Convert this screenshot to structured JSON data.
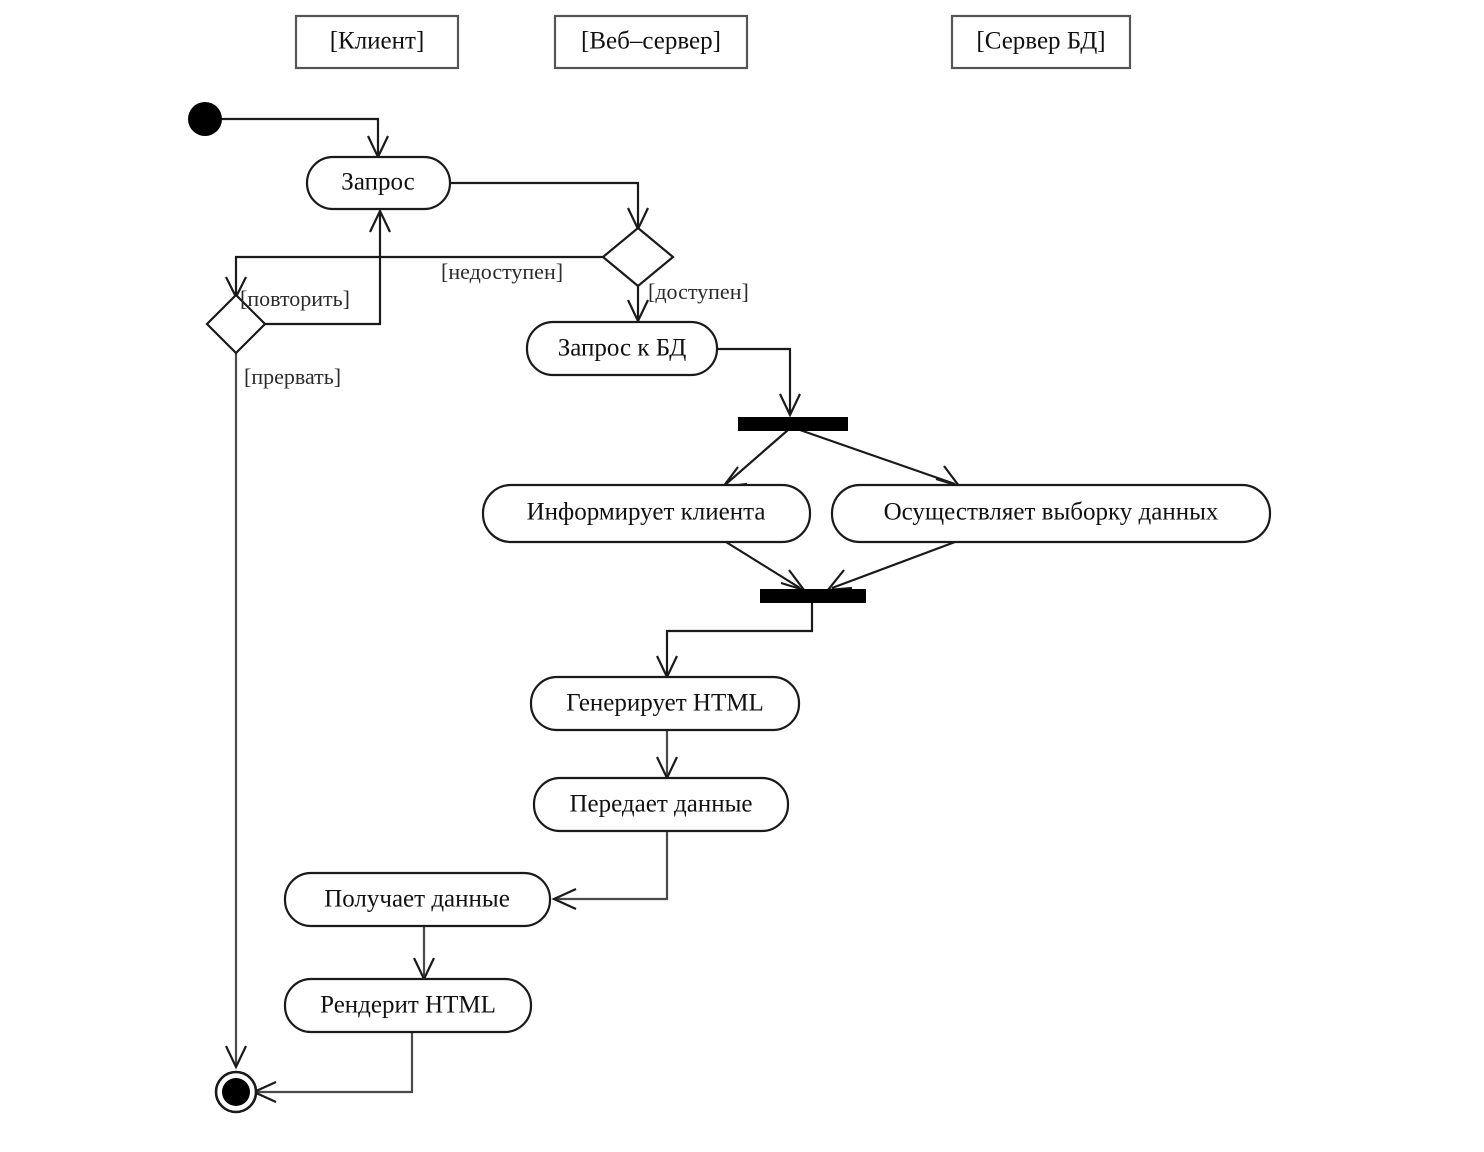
{
  "diagram": {
    "title": "UML Activity Diagram",
    "type": "uml-activity-diagram",
    "colors": {
      "background": "#ffffff",
      "stroke": "#1a1a1a",
      "fill": "#ffffff",
      "bar": "#000000",
      "lane_border": "#555555"
    }
  },
  "lanes": [
    {
      "id": "client",
      "label": "[Клиент]"
    },
    {
      "id": "web-server",
      "label": "[Веб–сервер]"
    },
    {
      "id": "db-server",
      "label": "[Сервер БД]"
    }
  ],
  "nodes": {
    "initial": {
      "label": "",
      "kind": "initial-node"
    },
    "request": {
      "label": "Запрос",
      "kind": "activity"
    },
    "availability_decision": {
      "label": "",
      "kind": "decision"
    },
    "retry_decision": {
      "label": "",
      "kind": "decision"
    },
    "db_request": {
      "label": "Запрос к БД",
      "kind": "activity"
    },
    "fork": {
      "label": "",
      "kind": "fork-bar"
    },
    "inform_client": {
      "label": "Информирует клиента",
      "kind": "activity"
    },
    "select_data": {
      "label": "Осуществляет выборку данных",
      "kind": "activity"
    },
    "join": {
      "label": "",
      "kind": "join-bar"
    },
    "generate_html": {
      "label": "Генерирует HTML",
      "kind": "activity"
    },
    "transfer_data": {
      "label": "Передает данные",
      "kind": "activity"
    },
    "receive_data": {
      "label": "Получает данные",
      "kind": "activity"
    },
    "render_html": {
      "label": "Рендерит HTML",
      "kind": "activity"
    },
    "final": {
      "label": "",
      "kind": "final-node"
    }
  },
  "guards": {
    "unavailable": "[недоступен]",
    "available": "[доступен]",
    "retry": "[повторить]",
    "abort": "[прервать]"
  },
  "chart_data": {
    "type": "diagram",
    "title": "UML Activity Diagram",
    "nodes": [
      {
        "id": "initial",
        "label": "",
        "type": "initial",
        "lane": "client"
      },
      {
        "id": "request",
        "label": "Запрос",
        "type": "activity",
        "lane": "client"
      },
      {
        "id": "availability_decision",
        "label": "",
        "type": "decision",
        "lane": "web-server"
      },
      {
        "id": "retry_decision",
        "label": "",
        "type": "decision",
        "lane": "client"
      },
      {
        "id": "db_request",
        "label": "Запрос к БД",
        "type": "activity",
        "lane": "web-server"
      },
      {
        "id": "fork",
        "label": "",
        "type": "fork",
        "lane": "web-server"
      },
      {
        "id": "inform_client",
        "label": "Информирует клиента",
        "type": "activity",
        "lane": "web-server"
      },
      {
        "id": "select_data",
        "label": "Осуществляет выборку данных",
        "type": "activity",
        "lane": "db-server"
      },
      {
        "id": "join",
        "label": "",
        "type": "join",
        "lane": "web-server"
      },
      {
        "id": "generate_html",
        "label": "Генерирует HTML",
        "type": "activity",
        "lane": "web-server"
      },
      {
        "id": "transfer_data",
        "label": "Передает данные",
        "type": "activity",
        "lane": "web-server"
      },
      {
        "id": "receive_data",
        "label": "Получает данные",
        "type": "activity",
        "lane": "client"
      },
      {
        "id": "render_html",
        "label": "Рендерит HTML",
        "type": "activity",
        "lane": "client"
      },
      {
        "id": "final",
        "label": "",
        "type": "final",
        "lane": "client"
      }
    ],
    "edges": [
      {
        "from": "initial",
        "to": "request",
        "label": ""
      },
      {
        "from": "request",
        "to": "availability_decision",
        "label": ""
      },
      {
        "from": "availability_decision",
        "to": "retry_decision",
        "label": "[недоступен]"
      },
      {
        "from": "availability_decision",
        "to": "db_request",
        "label": "[доступен]"
      },
      {
        "from": "retry_decision",
        "to": "request",
        "label": "[повторить]"
      },
      {
        "from": "retry_decision",
        "to": "final",
        "label": "[прервать]"
      },
      {
        "from": "db_request",
        "to": "fork",
        "label": ""
      },
      {
        "from": "fork",
        "to": "inform_client",
        "label": ""
      },
      {
        "from": "fork",
        "to": "select_data",
        "label": ""
      },
      {
        "from": "inform_client",
        "to": "join",
        "label": ""
      },
      {
        "from": "select_data",
        "to": "join",
        "label": ""
      },
      {
        "from": "join",
        "to": "generate_html",
        "label": ""
      },
      {
        "from": "generate_html",
        "to": "transfer_data",
        "label": ""
      },
      {
        "from": "transfer_data",
        "to": "receive_data",
        "label": ""
      },
      {
        "from": "receive_data",
        "to": "render_html",
        "label": ""
      },
      {
        "from": "render_html",
        "to": "final",
        "label": ""
      }
    ]
  }
}
